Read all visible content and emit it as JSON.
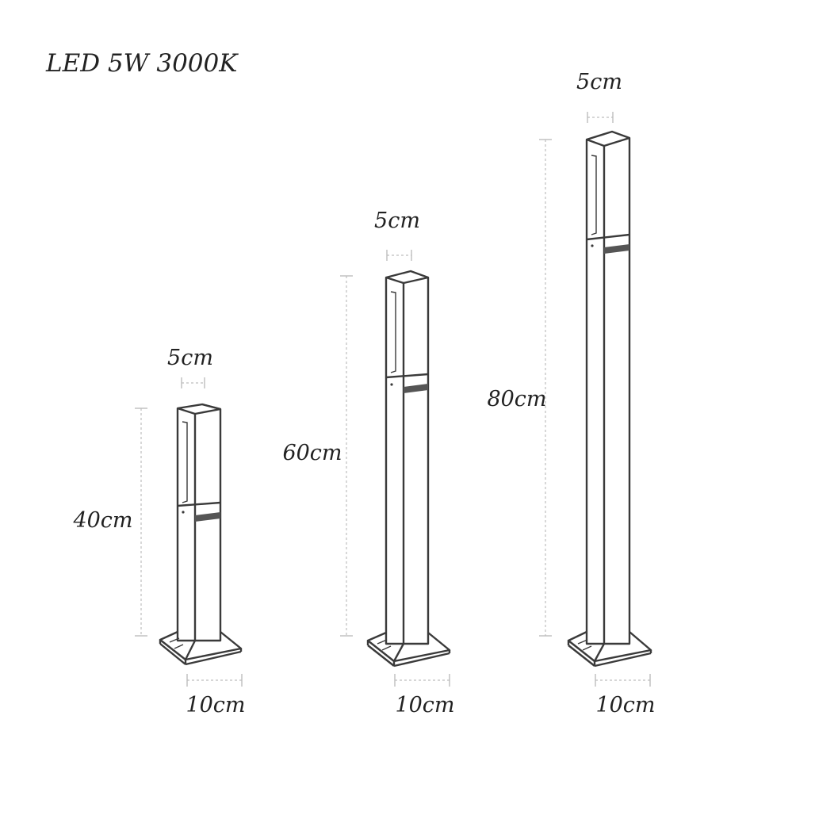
{
  "title": "LED 5W 3000K",
  "colors": {
    "background": "#ffffff",
    "outline": "#3a3a3a",
    "dimension_line": "#bdbdbd",
    "text": "#222222"
  },
  "lamps": [
    {
      "name": "short",
      "height_label": "40cm",
      "head_label": "5cm",
      "base_label": "10cm"
    },
    {
      "name": "medium",
      "height_label": "60cm",
      "head_label": "5cm",
      "base_label": "10cm"
    },
    {
      "name": "tall",
      "height_label": "80cm",
      "head_label": "5cm",
      "base_label": "10cm"
    }
  ]
}
